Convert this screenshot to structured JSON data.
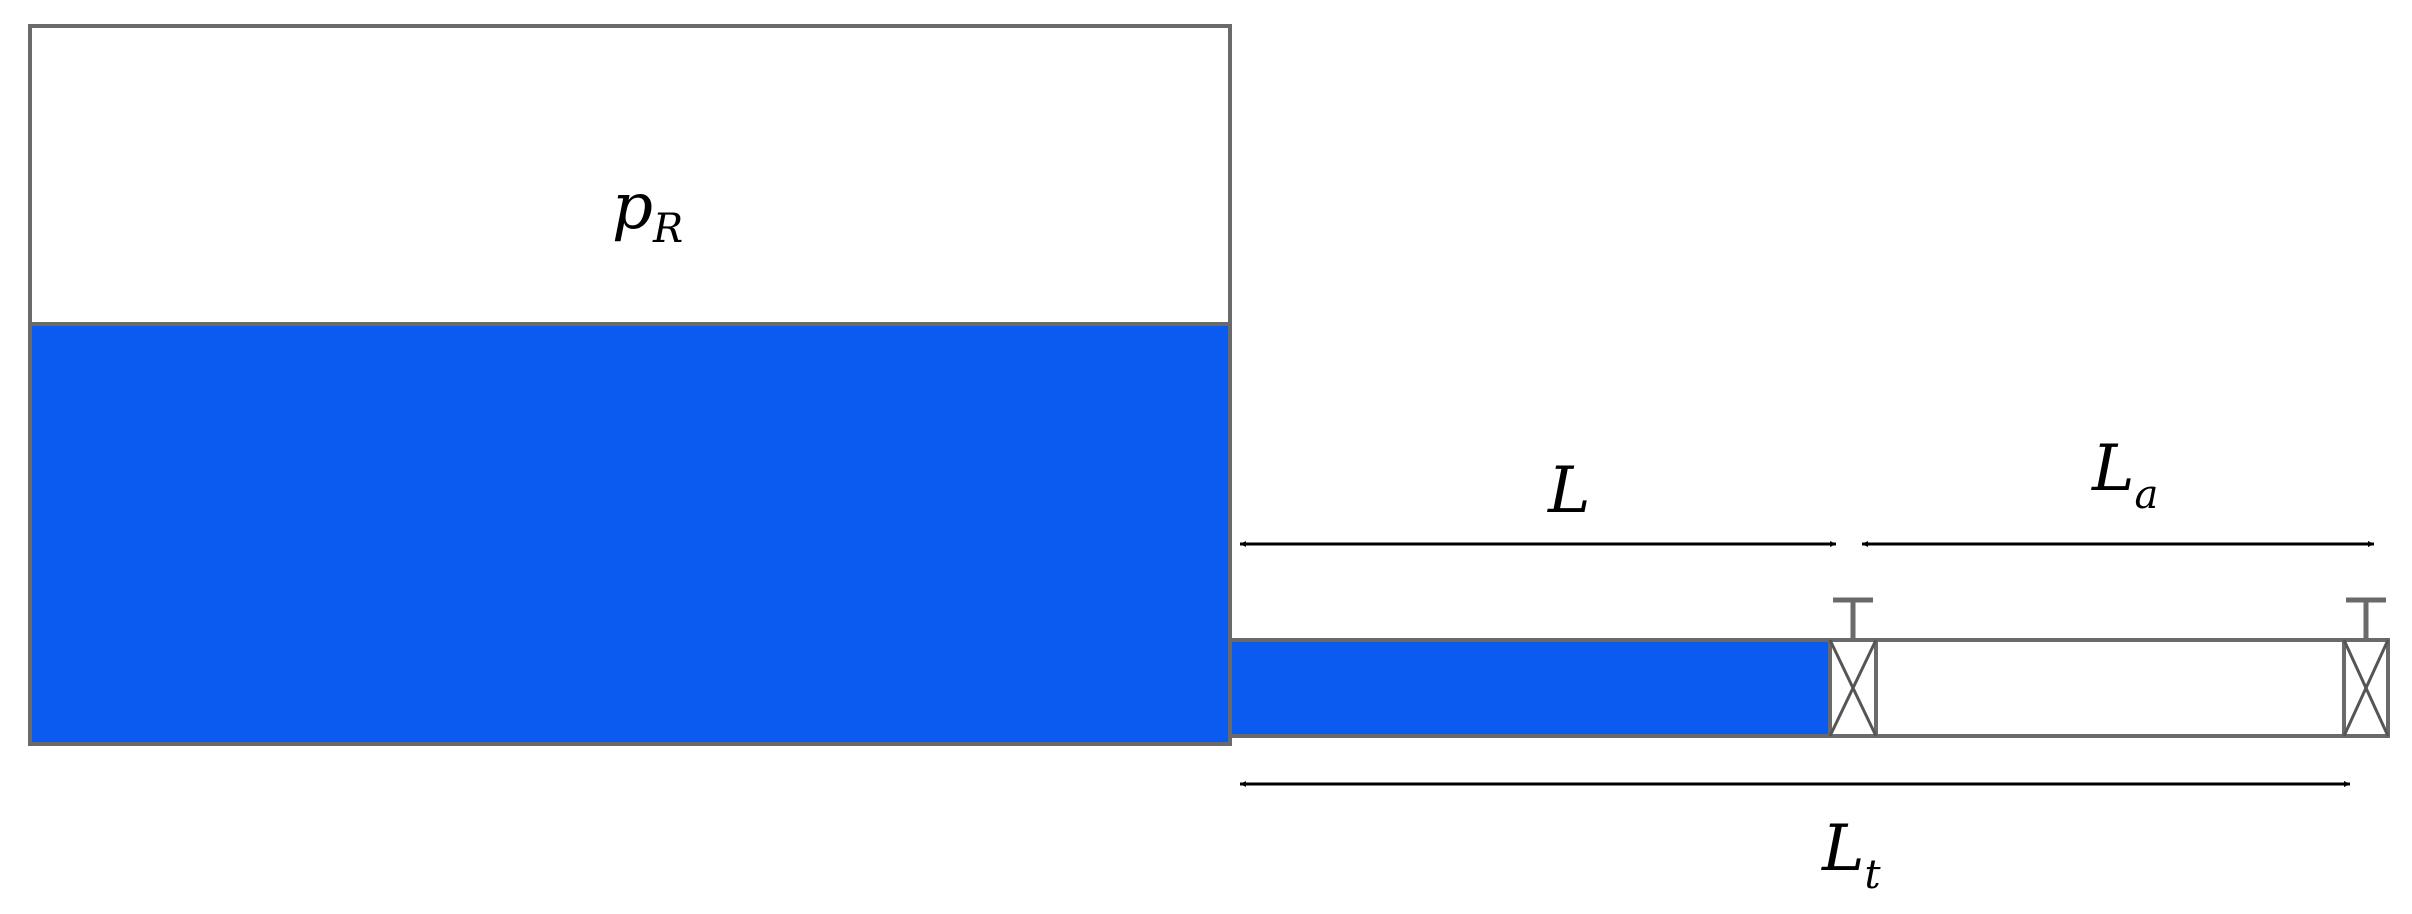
{
  "colors": {
    "water": "#0b5bf0",
    "outline": "#6a6a6a",
    "background": "#ffffff",
    "arrow": "#000000"
  },
  "tank": {
    "pressure_label": "p",
    "pressure_label_sub": "R"
  },
  "dimensions": {
    "liquid_length": "L",
    "air_length": "L",
    "air_length_sub": "a",
    "total_length": "L",
    "total_length_sub": "t"
  },
  "pipe": {
    "valves": [
      "valve",
      "valve"
    ]
  }
}
